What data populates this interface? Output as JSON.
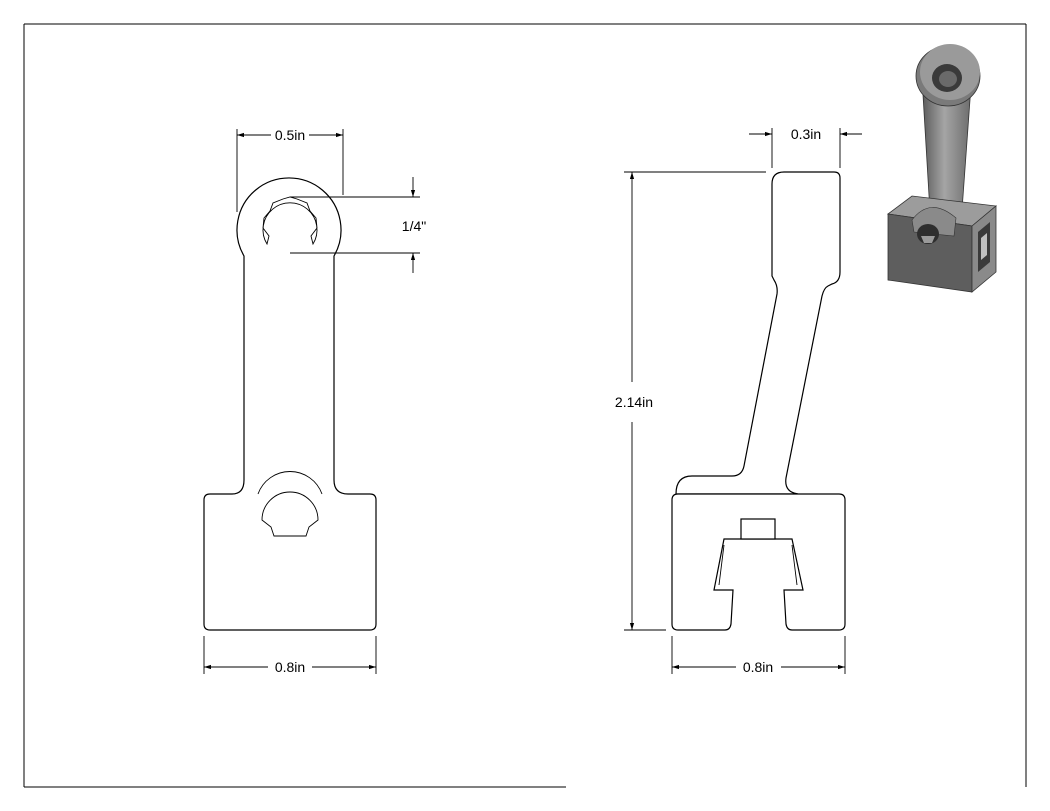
{
  "dimensions": {
    "front_top_width": "0.5in",
    "front_hole": "1/4\"",
    "front_base_width": "0.8in",
    "side_top_width": "0.3in",
    "side_height": "2.14in",
    "side_base_width": "0.8in"
  }
}
